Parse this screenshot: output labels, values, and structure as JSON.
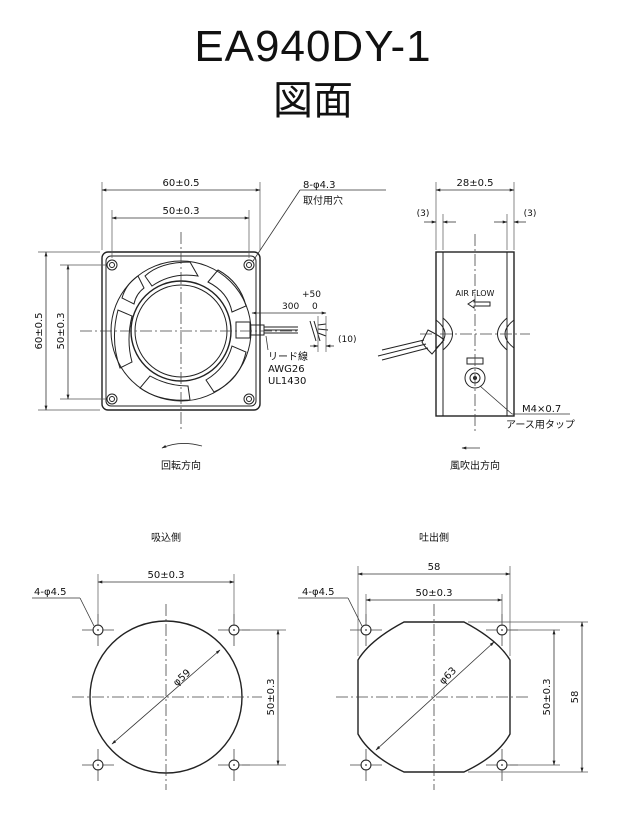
{
  "title": {
    "model": "EA940DY-1",
    "subtitle": "図面"
  },
  "front_view": {
    "dim_outer_width": "60±0.5",
    "dim_hole_width": "50±0.3",
    "dim_outer_height": "60±0.5",
    "dim_hole_height": "50±0.3",
    "hole_spec": "8-φ4.3",
    "hole_note": "取付用穴",
    "lead_tol": "+50",
    "lead_tol_lower": "0",
    "lead_length": "300",
    "lead_end": "(10)",
    "lead_label": "リード線",
    "lead_gauge": "AWG26",
    "lead_standard": "UL1430",
    "rotation_label": "回転方向"
  },
  "side_view": {
    "dim_depth": "28±0.5",
    "dim_left_flange": "(3)",
    "dim_right_flange": "(3)",
    "airflow_label": "AIR FLOW",
    "screw_spec": "M4×0.7",
    "screw_note": "アース用タップ",
    "airflow_direction_label": "風吹出方向"
  },
  "intake_view": {
    "label": "吸込側",
    "hole_spec": "4-φ4.5",
    "dim_hole_width": "50±0.3",
    "dim_hole_height": "50±0.3",
    "diameter": "φ59"
  },
  "exhaust_view": {
    "label": "吐出側",
    "hole_spec": "4-φ4.5",
    "dim_outer_width": "58",
    "dim_hole_width": "50±0.3",
    "dim_hole_height": "50±0.3",
    "dim_outer_height": "58",
    "diameter": "φ63"
  }
}
